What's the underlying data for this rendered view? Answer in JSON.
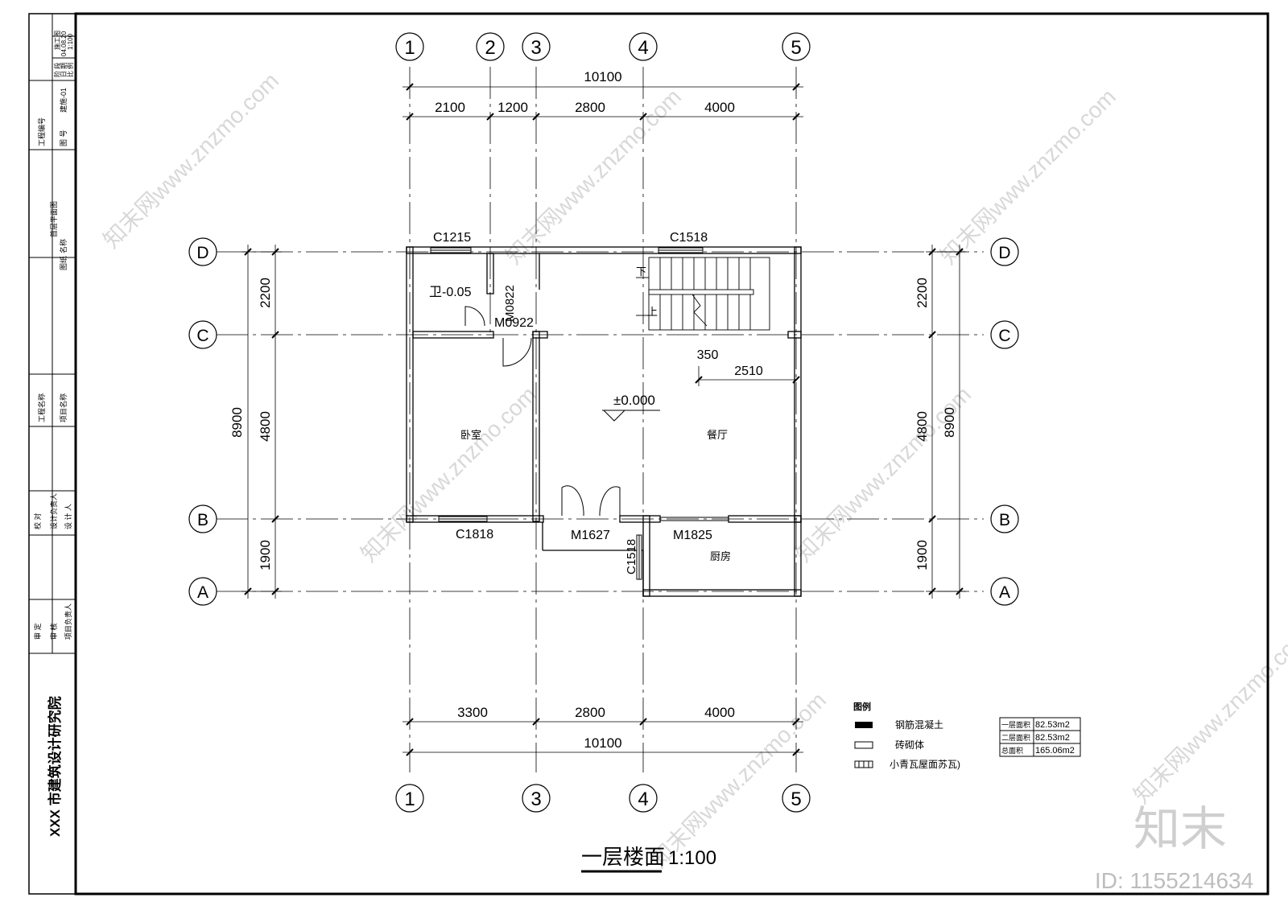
{
  "title_block": {
    "institute": "XXX 市建筑设计研究院",
    "row_labels": [
      "审 定",
      "审 核",
      "项目负责人",
      "校 对",
      "设计负责人",
      "设 计 人",
      "工程名称",
      "项目名称",
      "图纸",
      "名称",
      "工程编号",
      "图 号",
      "阶 段",
      "日 期",
      "比 例"
    ],
    "drawing_name": "首层平面图",
    "drawing_no": "建施-01",
    "stage": "施工图",
    "date": "04.08.20",
    "scale": "1:100"
  },
  "grid": {
    "columns": [
      "1",
      "2",
      "3",
      "4",
      "5"
    ],
    "rows": [
      "A",
      "B",
      "C",
      "D"
    ]
  },
  "dimensions": {
    "top_total": "10100",
    "top_segments": [
      "2100",
      "1200",
      "2800",
      "4000"
    ],
    "bottom_segments": [
      "3300",
      "2800",
      "4000"
    ],
    "bottom_total": "10100",
    "left_total": "8900",
    "right_total": "8900",
    "side_segments": [
      "2200",
      "4800",
      "1900"
    ],
    "stair_offset": "350",
    "stair_width": "2510"
  },
  "labels": {
    "window_c1215": "C1215",
    "window_c1518_top": "C1518",
    "window_c1818": "C1818",
    "window_c1518_side": "C1518",
    "door_m0822": "M0822",
    "door_m0922": "M0922",
    "door_m1627": "M1627",
    "door_m1825": "M1825",
    "bath": "卫-0.05",
    "bedroom": "卧室",
    "dining": "餐厅",
    "kitchen": "厨房",
    "elevation": "±0.000",
    "stair_down": "下",
    "stair_up": "上"
  },
  "legend": {
    "title": "图例",
    "items": [
      "钢筋混凝土",
      "砖砌体",
      "小青瓦屋面苏瓦)"
    ]
  },
  "areas": [
    {
      "label": "一层面积",
      "value": "82.53m2"
    },
    {
      "label": "二层面积",
      "value": "82.53m2"
    },
    {
      "label": "总面积",
      "value": "165.06m2"
    }
  ],
  "drawing_title": "一层楼面",
  "drawing_scale": "1:100",
  "watermark": {
    "brand": "知末",
    "id": "ID: 1155214634",
    "site": "知末网www.znzmo.com"
  }
}
